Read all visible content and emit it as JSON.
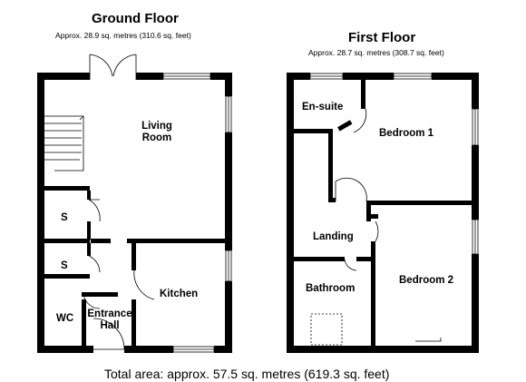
{
  "ground_floor": {
    "title": "Ground Floor",
    "area": "Approx.  28.9 sq. metres (310.6 sq. feet)",
    "rooms": {
      "living": "Living\nRoom",
      "store1": "S",
      "store2": "S",
      "wc": "WC",
      "hall": "Entrance\nHall",
      "kitchen": "Kitchen"
    }
  },
  "first_floor": {
    "title": "First Floor",
    "area": "Approx.  28.7 sq. metres (308.7 sq. feet)",
    "rooms": {
      "ensuite": "En-suite",
      "bed1": "Bedroom 1",
      "landing": "Landing",
      "bathroom": "Bathroom",
      "bed2": "Bedroom 2"
    }
  },
  "total_area": "Total area: approx.  57.5 sq. metres (619.3 sq. feet)"
}
